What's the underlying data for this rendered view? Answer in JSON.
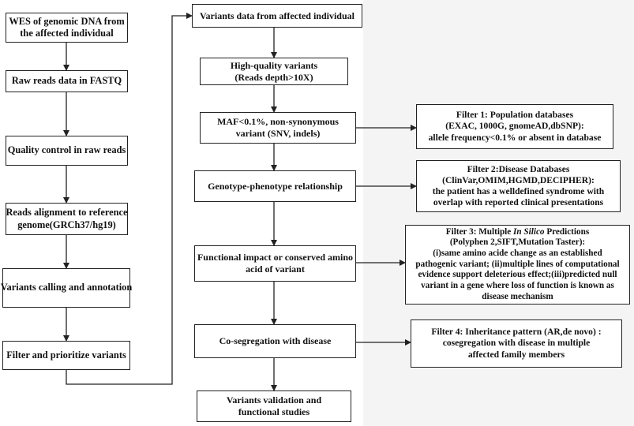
{
  "left_column": [
    {
      "id": "l1",
      "lines": [
        "WES of genomic DNA from",
        "the affected individual"
      ]
    },
    {
      "id": "l2",
      "lines": [
        "Raw reads data in FASTQ"
      ]
    },
    {
      "id": "l3",
      "lines": [
        "Quality control in raw reads"
      ]
    },
    {
      "id": "l4",
      "lines": [
        "Reads alignment to reference",
        "genome(GRCh37/hg19)"
      ]
    },
    {
      "id": "l5",
      "lines": [
        "Variants calling and annotation"
      ]
    },
    {
      "id": "l6",
      "lines": [
        "Filter and prioritize variants"
      ]
    }
  ],
  "middle_column": [
    {
      "id": "m1",
      "lines": [
        "Variants data from affected individual"
      ]
    },
    {
      "id": "m2",
      "lines": [
        "High-quality variants",
        "(Reads depth>10X)"
      ]
    },
    {
      "id": "m3",
      "lines": [
        "MAF<0.1%, non-synonymous",
        "variant (SNV, indels)"
      ]
    },
    {
      "id": "m4",
      "lines": [
        "Genotype-phenotype relationship"
      ]
    },
    {
      "id": "m5",
      "lines": [
        "Functional impact or conserved amino",
        "acid of variant"
      ]
    },
    {
      "id": "m6",
      "lines": [
        "Co-segregation with disease"
      ]
    },
    {
      "id": "m7",
      "lines": [
        "Variants validation and",
        "functional studies"
      ]
    }
  ],
  "filters": [
    {
      "id": "f1",
      "lines": [
        "Filter 1: Population databases",
        "(EXAC, 1000G, gnomeAD,dbSNP):",
        "allele frequency<0.1% or absent in database"
      ]
    },
    {
      "id": "f2",
      "lines": [
        "Filter 2:Disease Databases",
        "(ClinVar,OMIM,HGMD,DECIPHER):",
        "the patient has a welldefined syndrome with",
        "overlap with reported clinical presentations"
      ]
    },
    {
      "id": "f3",
      "title_parts": [
        "Filter 3: Multiple ",
        "In Silico",
        " Predictions"
      ],
      "lines": [
        "(Polyphen 2,SIFT,Mutation Taster):",
        "(i)same amino acide change as an established",
        "pathogenic variant; (ii)multiple lines of computational",
        "evidence support deleterious effect;(iii)predicted null",
        "variant in a gene where loss of function is known as",
        "disease mechanism"
      ]
    },
    {
      "id": "f4",
      "lines": [
        "Filter 4: Inheritance pattern (AR,de novo) :",
        "cosegregation with disease in multiple",
        "affected family members"
      ]
    }
  ]
}
